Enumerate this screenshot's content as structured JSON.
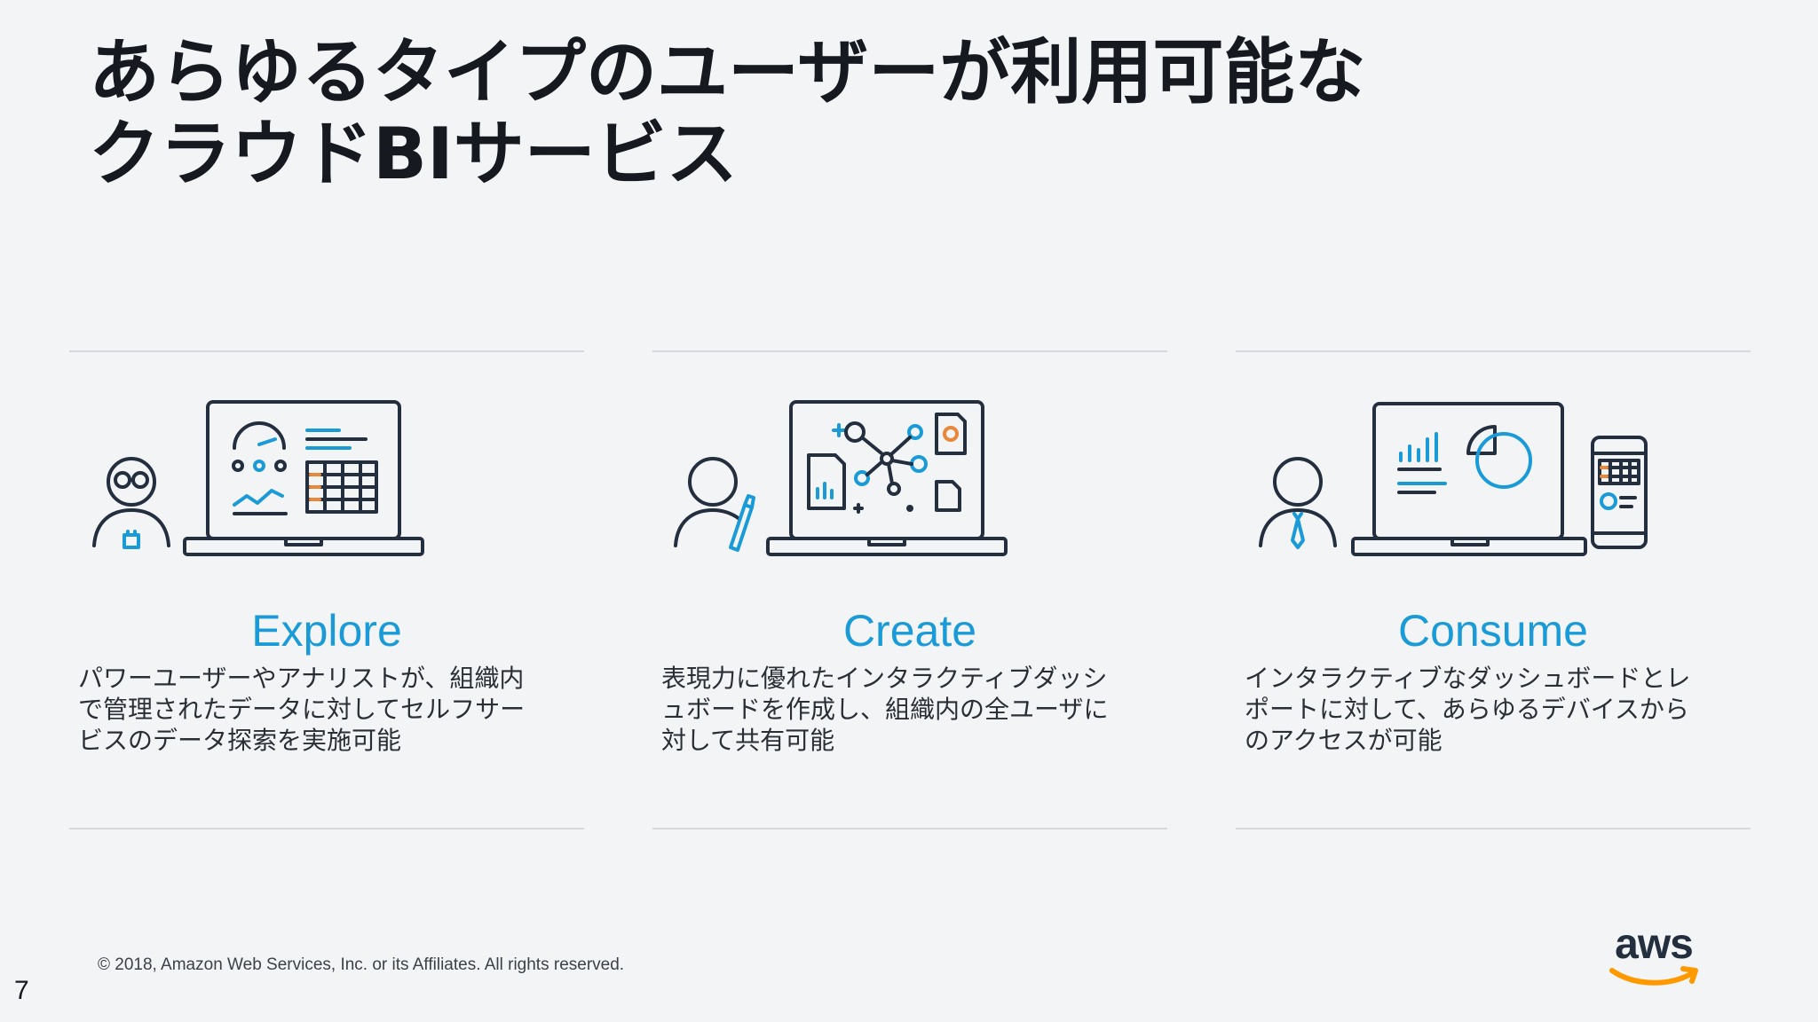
{
  "slide": {
    "title_line1": "あらゆるタイプのユーザーが利用可能な",
    "title_line2": "クラウドBIサービス",
    "page_number": "7",
    "copyright": "© 2018, Amazon Web Services, Inc. or its Affiliates. All rights reserved.",
    "logo_text": "aws"
  },
  "columns": [
    {
      "heading": "Explore",
      "description": "パワーユーザーやアナリストが、組織内で管理されたデータに対してセルフサービスのデータ探索を実施可能",
      "illustration": "analyst-laptop-icon"
    },
    {
      "heading": "Create",
      "description": "表現力に優れたインタラクティブダッシュボードを作成し、組織内の全ユーザに対して共有可能",
      "illustration": "creator-laptop-icon"
    },
    {
      "heading": "Consume",
      "description": "インタラクティブなダッシュボードとレポートに対して、あらゆるデバイスからのアクセスが可能",
      "illustration": "consumer-devices-icon"
    }
  ],
  "colors": {
    "accent": "#1a9bd7",
    "dark": "#232f3e",
    "orange": "#e8883a",
    "background": "#f3f4f6"
  }
}
